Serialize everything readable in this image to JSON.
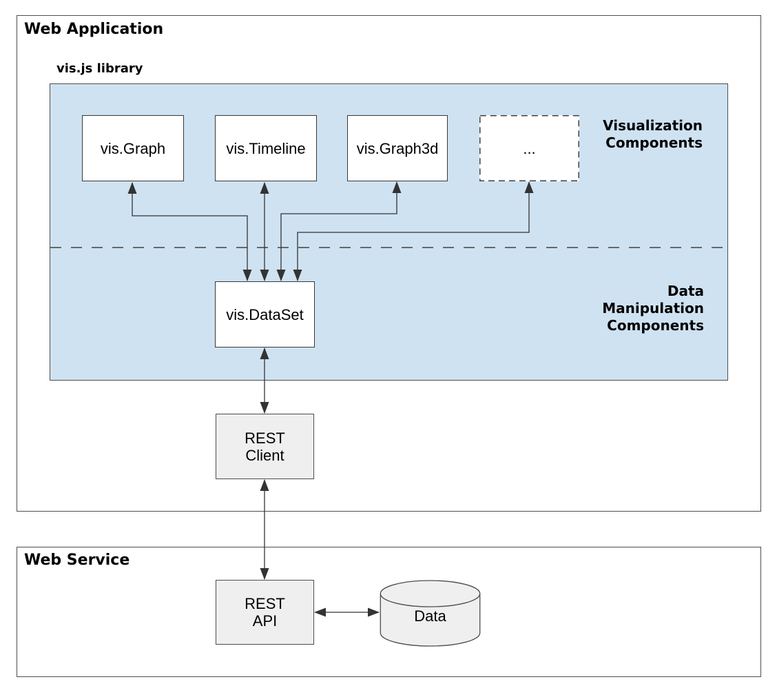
{
  "diagram": {
    "web_application": {
      "title": "Web Application"
    },
    "web_service": {
      "title": "Web Service"
    },
    "library": {
      "label": "vis.js library"
    },
    "section_labels": {
      "visualization": "Visualization\nComponents",
      "data_manipulation": "Data\nManipulation\nComponents"
    },
    "nodes": {
      "vis_graph": {
        "label": "vis.Graph"
      },
      "vis_timeline": {
        "label": "vis.Timeline"
      },
      "vis_graph3d": {
        "label": "vis.Graph3d"
      },
      "more_components": {
        "label": "..."
      },
      "vis_dataset": {
        "label": "vis.DataSet"
      },
      "rest_client": {
        "label": "REST\nClient"
      },
      "rest_api": {
        "label": "REST\nAPI"
      },
      "data_store": {
        "label": "Data"
      }
    },
    "colors": {
      "panel_fill": "#cfe2f1",
      "node_fill_white": "#ffffff",
      "node_fill_gray": "#efefef",
      "container_stroke": "#4d4d4d",
      "connector_stroke": "#333333",
      "text": "#000000"
    }
  }
}
